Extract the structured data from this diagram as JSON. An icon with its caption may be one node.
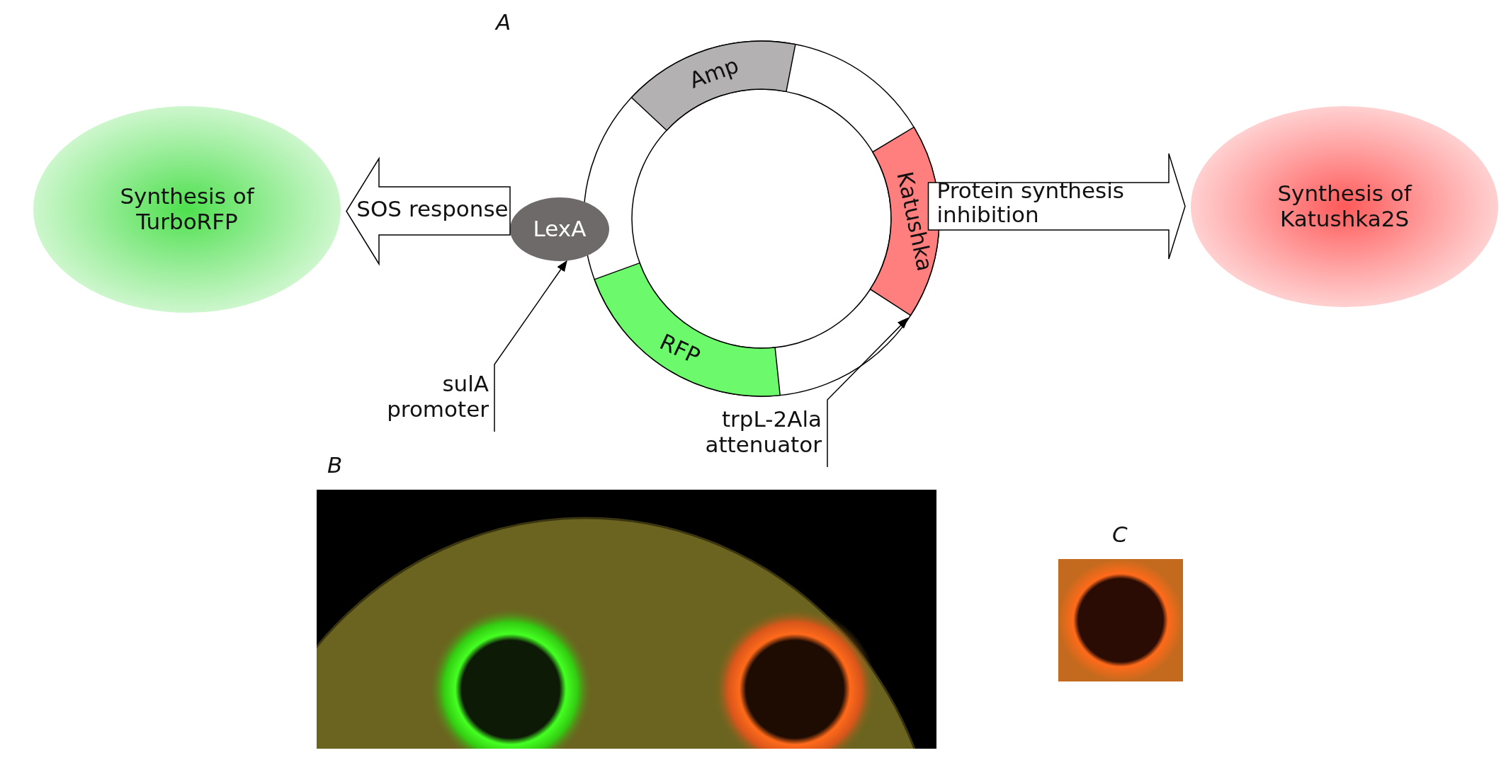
{
  "diagram": {
    "nodes": [
      {
        "text": [],
        "shape": "circle"
      },
      {
        "text": [
          "Amp"
        ],
        "in": 0
      },
      {
        "text": [
          "Katushka"
        ],
        "in": 0
      },
      {
        "text": [
          "RFP"
        ],
        "in": 0
      },
      {
        "text": [
          "LexA"
        ]
      },
      {
        "text": [
          "Synthesis of TurboRFP"
        ]
      },
      {
        "text": [
          "Synthesis of Katushka2S"
        ]
      },
      {
        "text": [
          "sulA promoter"
        ]
      },
      {
        "text": [
          "trpL-2Ala attenuator"
        ]
      }
    ],
    "edges": [
      {
        "from": 4,
        "to": 5,
        "arrow": "to",
        "label": "SOS response"
      },
      {
        "from": 2,
        "to": 6,
        "arrow": "to",
        "label": "Protein synthesis inhibition"
      },
      {
        "from": 7,
        "to": 4,
        "arrow": "to"
      },
      {
        "from": 8,
        "to": 2,
        "arrow": "to"
      }
    ],
    "labels": [
      "A",
      "B",
      "C"
    ]
  }
}
